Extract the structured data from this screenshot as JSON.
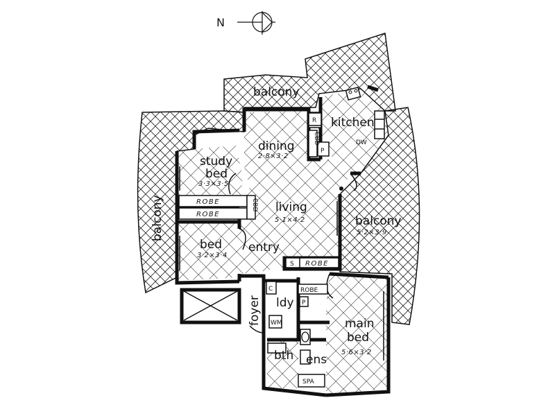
{
  "compass": {
    "label": "N"
  },
  "rooms": {
    "balcony_top": {
      "name": "balcony"
    },
    "kitchen": {
      "name": "kitchen"
    },
    "dining": {
      "name": "dining",
      "dims": "2·8×3·2"
    },
    "study_bed": {
      "line1": "study",
      "line2": "bed",
      "dims": "3·3×3·5"
    },
    "balcony_left": {
      "name": "balcony"
    },
    "living": {
      "name": "living",
      "dims": "5·1×4·2"
    },
    "balcony_right": {
      "name": "balcony",
      "dims": "5·2×3·9"
    },
    "bed": {
      "name": "bed",
      "dims": "3·2×3·4"
    },
    "entry": {
      "name": "entry"
    },
    "foyer": {
      "name": "foyer"
    },
    "laundry": {
      "name": "ldy"
    },
    "main_bed": {
      "line1": "main",
      "line2": "bed",
      "dims": "5·6×3·2"
    },
    "bath": {
      "name": "bth"
    },
    "ensuite": {
      "name": "ens"
    }
  },
  "fixtures": {
    "robe_upper": "ROBE",
    "robe_lower": "ROBE",
    "robe_living": "ROBE",
    "robe_main": "ROBE",
    "fridge": "R",
    "pantry": "P",
    "cupboard_left": "CBD",
    "cupboard_study": "CBD",
    "s_box": "S",
    "c_box": "C",
    "p_box": "P",
    "dw": "DW",
    "wm": "WM",
    "spa": "SPA"
  },
  "colors": {
    "ink": "#111111",
    "paper": "#ffffff"
  }
}
